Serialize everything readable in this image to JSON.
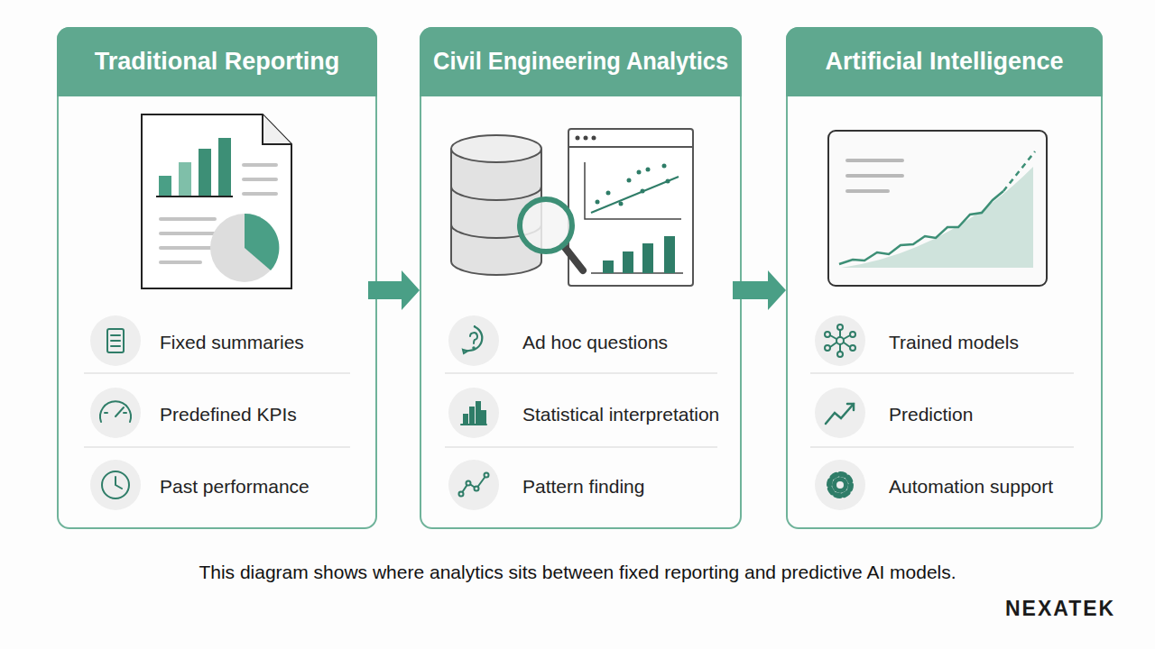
{
  "diagram": {
    "caption": "This diagram shows where analytics sits between fixed reporting and predictive AI models.",
    "nodes": [
      {
        "text": [
          "Traditional Reporting",
          "Fixed summaries",
          "Predefined KPIs",
          "Past performance"
        ]
      },
      {
        "text": [
          "Civil Engineering Analytics",
          "Ad hoc questions",
          "Statistical interpretation",
          "Pattern finding"
        ]
      },
      {
        "text": [
          "Artificial Intelligence",
          "Trained models",
          "Prediction",
          "Automation support"
        ]
      }
    ],
    "edges": [
      {
        "from": 0,
        "to": 1,
        "arrow": "to"
      },
      {
        "from": 1,
        "to": 2,
        "arrow": "to"
      }
    ],
    "labels": [
      "NEXATEK"
    ]
  }
}
